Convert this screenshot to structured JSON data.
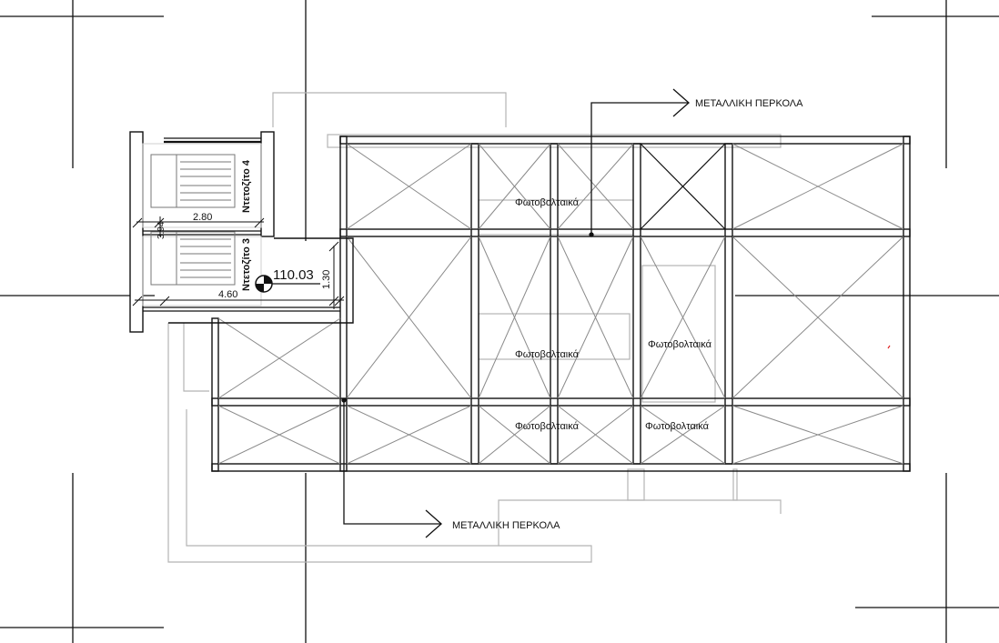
{
  "labels": {
    "pergola_top": "ΜΕΤΑΛΛΙΚΗ ΠΕΡΚΟΛΑ",
    "pergola_bottom": "ΜΕΤΑΛΛΙΚΗ ΠΕΡΚΟΛΑ",
    "pv_1": "Φωτοβολταικά",
    "pv_2": "Φωτοβολταικά",
    "pv_3": "Φωτοβολταικά",
    "pv_4": "Φωτοβολταικά",
    "pv_5": "Φωτοβολταικά"
  },
  "storage": {
    "unit_4": "Ντετοζίτο 4",
    "unit_3": "Ντετοζίτο 3"
  },
  "dimensions": {
    "width_upper": "2.80",
    "width_lower": "4.60",
    "height_small": "3.94",
    "height_right": "1.30"
  },
  "level_mark": {
    "value": "110.03"
  }
}
